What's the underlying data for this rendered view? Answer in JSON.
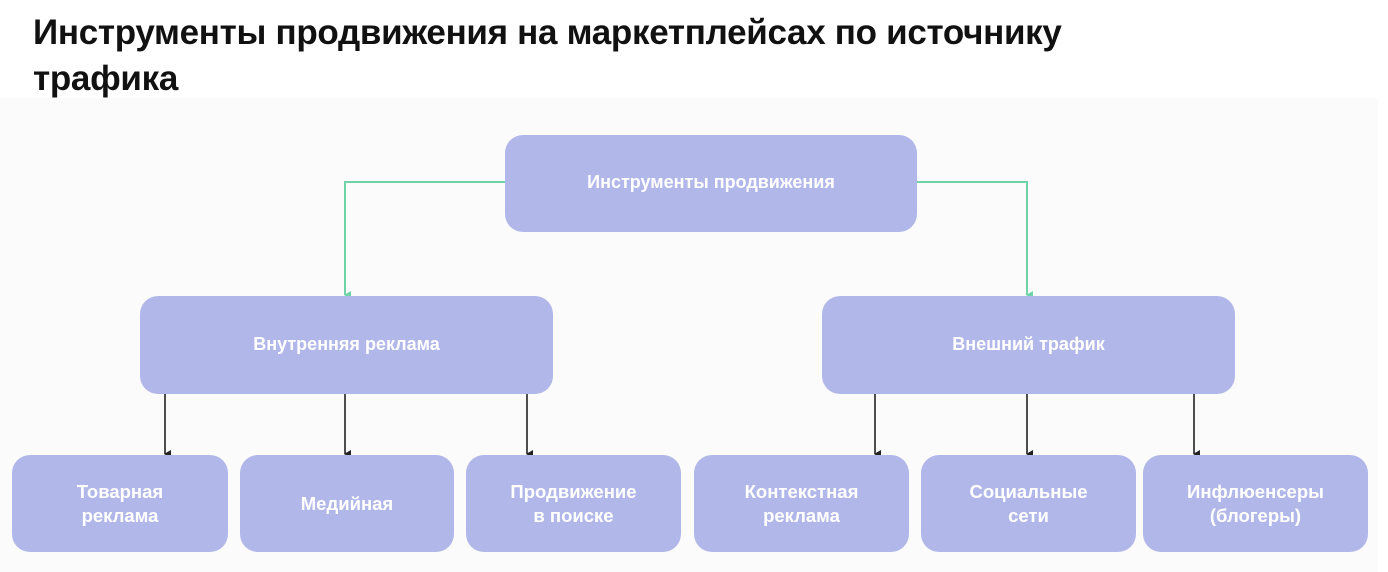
{
  "title": "Инструменты продвижения на маркетплейсах по источнику трафика",
  "diagram": {
    "root": {
      "label": "Инструменты продвижения"
    },
    "branches": [
      {
        "label": "Внутренняя реклама",
        "children": [
          {
            "label": "Товарная\nреклама"
          },
          {
            "label": "Медийная"
          },
          {
            "label": "Продвижение\nв поиске"
          }
        ]
      },
      {
        "label": "Внешний трафик",
        "children": [
          {
            "label": "Контекстная\nреклама"
          },
          {
            "label": "Социальные\nсети"
          },
          {
            "label": "Инфлюенсеры\n(блогеры)"
          }
        ]
      }
    ]
  },
  "colors": {
    "box_fill": "#b1b8e9",
    "box_text": "#ffffff",
    "root_connector": "#6fd3a8",
    "child_connector": "#222222"
  }
}
